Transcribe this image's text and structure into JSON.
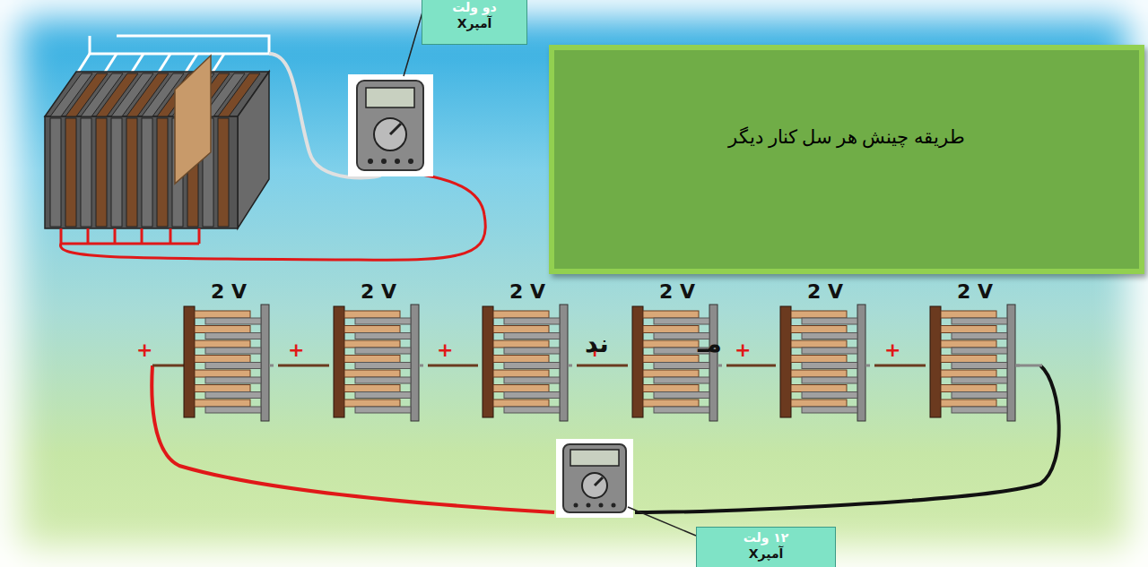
{
  "diagram": {
    "nodes": [
      {
        "text": [
          "دو ولت",
          "آمپرX"
        ]
      },
      {
        "text": [
          "طریقه چینش هر سل کنار دیگر"
        ]
      },
      {
        "text": [
          "2 V"
        ]
      },
      {
        "text": [
          "2 V"
        ]
      },
      {
        "text": [
          "2 V"
        ]
      },
      {
        "text": [
          "2 V"
        ]
      },
      {
        "text": [
          "2 V"
        ]
      },
      {
        "text": [
          "2 V"
        ]
      },
      {
        "text": [
          "۱۲ ولت",
          "آمپرX"
        ]
      }
    ],
    "edges": [
      {
        "from": 2,
        "to": 3,
        "arrow": "none",
        "label": "+"
      },
      {
        "from": 3,
        "to": 4,
        "arrow": "none",
        "label": "+"
      },
      {
        "from": 4,
        "to": 5,
        "arrow": "none",
        "label": "+"
      },
      {
        "from": 5,
        "to": 6,
        "arrow": "none",
        "label": "+"
      },
      {
        "from": 6,
        "to": 7,
        "arrow": "none",
        "label": "+"
      }
    ],
    "labels": [
      "+",
      "ند",
      "مـ"
    ]
  }
}
